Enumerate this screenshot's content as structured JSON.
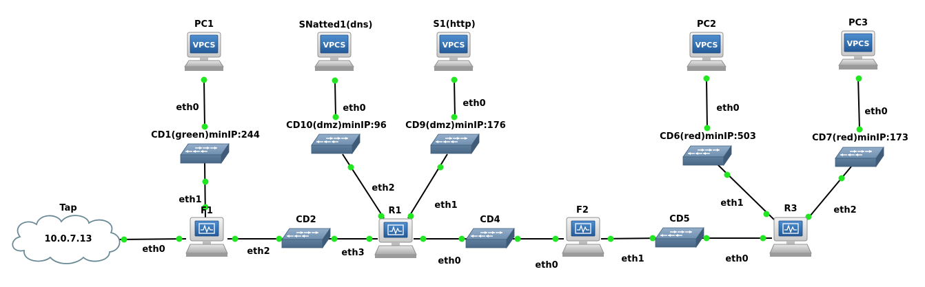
{
  "diagram": {
    "nodes": [
      {
        "id": "pc1",
        "type": "vpcs",
        "label": "PC1",
        "screen_text": "VPCS"
      },
      {
        "id": "snat",
        "type": "vpcs",
        "label": "SNatted1(dns)",
        "screen_text": "VPCS"
      },
      {
        "id": "s1",
        "type": "vpcs",
        "label": "S1(http)",
        "screen_text": "VPCS"
      },
      {
        "id": "pc2",
        "type": "vpcs",
        "label": "PC2",
        "screen_text": "VPCS"
      },
      {
        "id": "pc3",
        "type": "vpcs",
        "label": "PC3",
        "screen_text": "VPCS"
      },
      {
        "id": "cd1",
        "type": "switch",
        "label": "CD1(green)minIP:244"
      },
      {
        "id": "cd10",
        "type": "switch",
        "label": "CD10(dmz)minIP:96"
      },
      {
        "id": "cd9",
        "type": "switch",
        "label": "CD9(dmz)minIP:176"
      },
      {
        "id": "cd6",
        "type": "switch",
        "label": "CD6(red)minIP:503"
      },
      {
        "id": "cd7",
        "type": "switch",
        "label": "CD7(red)minIP:173"
      },
      {
        "id": "cd2",
        "type": "switch",
        "label": "CD2"
      },
      {
        "id": "cd4",
        "type": "switch",
        "label": "CD4"
      },
      {
        "id": "cd5",
        "type": "switch",
        "label": "CD5"
      },
      {
        "id": "f1",
        "type": "router",
        "label": "F1"
      },
      {
        "id": "r1",
        "type": "router",
        "label": "R1"
      },
      {
        "id": "f2",
        "type": "router",
        "label": "F2"
      },
      {
        "id": "r3",
        "type": "router",
        "label": "R3"
      },
      {
        "id": "tap",
        "type": "cloud",
        "label": "Tap",
        "inner_text": "10.0.7.13"
      }
    ],
    "links": [
      {
        "id": "pc1-cd1",
        "label": "eth0"
      },
      {
        "id": "cd1-f1",
        "label": "eth1"
      },
      {
        "id": "tap-f1",
        "label": "eth0"
      },
      {
        "id": "f1-cd2",
        "label": "eth2"
      },
      {
        "id": "cd2-r1",
        "label": "eth3"
      },
      {
        "id": "snat-cd10",
        "label": "eth0"
      },
      {
        "id": "cd10-r1",
        "label": "eth2"
      },
      {
        "id": "s1-cd9",
        "label": "eth0"
      },
      {
        "id": "cd9-r1",
        "label": "eth1"
      },
      {
        "id": "r1-cd4",
        "label": "eth0"
      },
      {
        "id": "cd4-f2",
        "label": "eth0"
      },
      {
        "id": "f2-cd5",
        "label": "eth1"
      },
      {
        "id": "cd5-r3",
        "label": "eth0"
      },
      {
        "id": "pc2-cd6",
        "label": "eth0"
      },
      {
        "id": "cd6-r3",
        "label": "eth1"
      },
      {
        "id": "pc3-cd7",
        "label": "eth0"
      },
      {
        "id": "cd7-r3",
        "label": "eth2"
      }
    ],
    "colors": {
      "link": "#000000",
      "port_dot": "#22e622",
      "switch_body": "#6f8fb0",
      "vpcs_screen": "#2f6db3",
      "router_screen": "#2f6db3",
      "cloud_fill": "#ffffff",
      "cloud_stroke": "#6a8a96"
    }
  }
}
